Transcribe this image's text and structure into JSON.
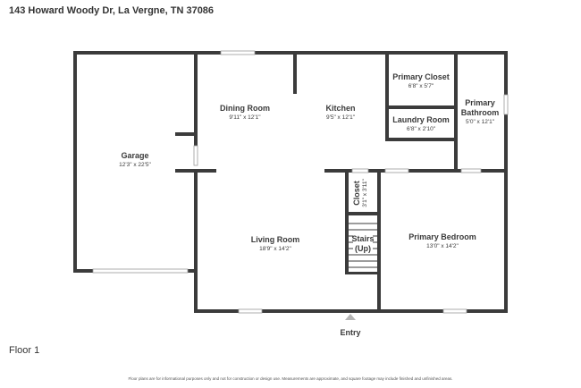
{
  "header": {
    "address": "143 Howard Woody Dr, La Vergne, TN 37086"
  },
  "floor": {
    "label": "Floor 1"
  },
  "entry": {
    "label": "Entry"
  },
  "rooms": {
    "garage": {
      "name": "Garage",
      "dims": "12'3\" x 22'5\""
    },
    "dining": {
      "name": "Dining Room",
      "dims": "9'11\" x 12'1\""
    },
    "kitchen": {
      "name": "Kitchen",
      "dims": "9'5\" x 12'1\""
    },
    "primary_closet": {
      "name": "Primary Closet",
      "dims": "6'8\" x 5'7\""
    },
    "laundry": {
      "name": "Laundry Room",
      "dims": "6'8\" x 2'10\""
    },
    "primary_bath": {
      "name_line1": "Primary",
      "name_line2": "Bathroom",
      "dims": "5'0\" x 12'1\""
    },
    "closet": {
      "name": "Closet",
      "dims": "3'1\" x 3'11\""
    },
    "stairs": {
      "name_line1": "Stairs",
      "name_line2": "(Up)"
    },
    "living": {
      "name": "Living Room",
      "dims": "18'9\" x 14'2\""
    },
    "primary_bed": {
      "name": "Primary Bedroom",
      "dims": "13'0\" x 14'2\""
    }
  },
  "footer": {
    "disclaimer": "Floor plans are for informational purposes only and not for construction or design use. Measurements are approximate, and square footage may include finished and unfinished areas."
  }
}
